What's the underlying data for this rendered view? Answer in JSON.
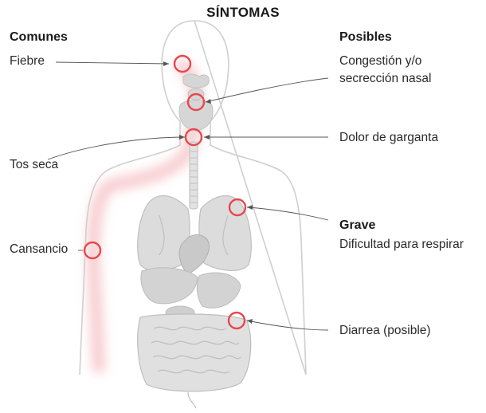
{
  "title": "SÍNTOMAS",
  "columns": {
    "left_heading": "Comunes",
    "right_heading": "Posibles"
  },
  "symptoms": {
    "fever": "Fiebre",
    "congestion_line1": "Congestión y/o",
    "congestion_line2": "secrección nasal",
    "sore_throat": "Dolor de garganta",
    "dry_cough": "Tos seca",
    "severe_heading": "Grave",
    "breathing": "Dificultad para respirar",
    "fatigue": "Cansancio",
    "diarrhea": "Diarrea (posible)"
  },
  "colors": {
    "marker": "#e8474c",
    "glow": "#f7c9cc",
    "body_outline": "#c8c8c8",
    "organs": "#d9d9d9",
    "organs_dark": "#bdbdbd",
    "text": "#2a2a2a"
  }
}
